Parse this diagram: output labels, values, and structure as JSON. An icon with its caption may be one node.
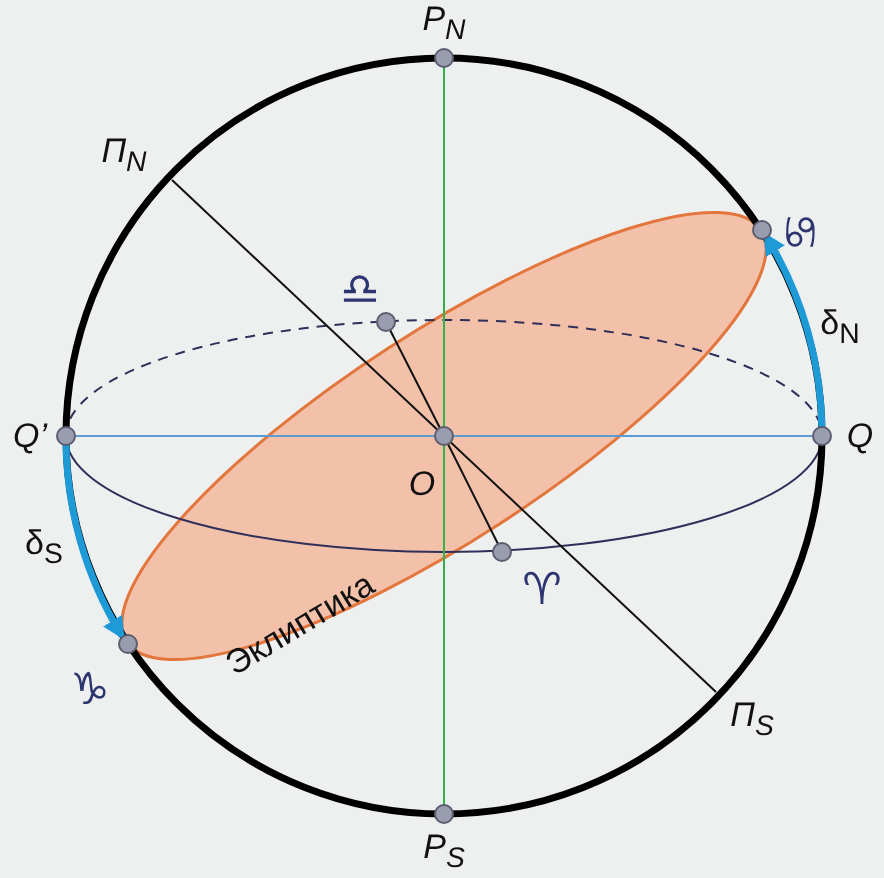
{
  "diagram": {
    "labels": [
      "P$_{N}$",
      "Π$_{N}$",
      "♋",
      "♎",
      "δ$_{N}$",
      "Q’",
      "Q",
      "O",
      "δ$_{S}$",
      "♈",
      "Эклиптика",
      "♑",
      "Π$_{S}$",
      "P$_{S}$"
    ]
  }
}
